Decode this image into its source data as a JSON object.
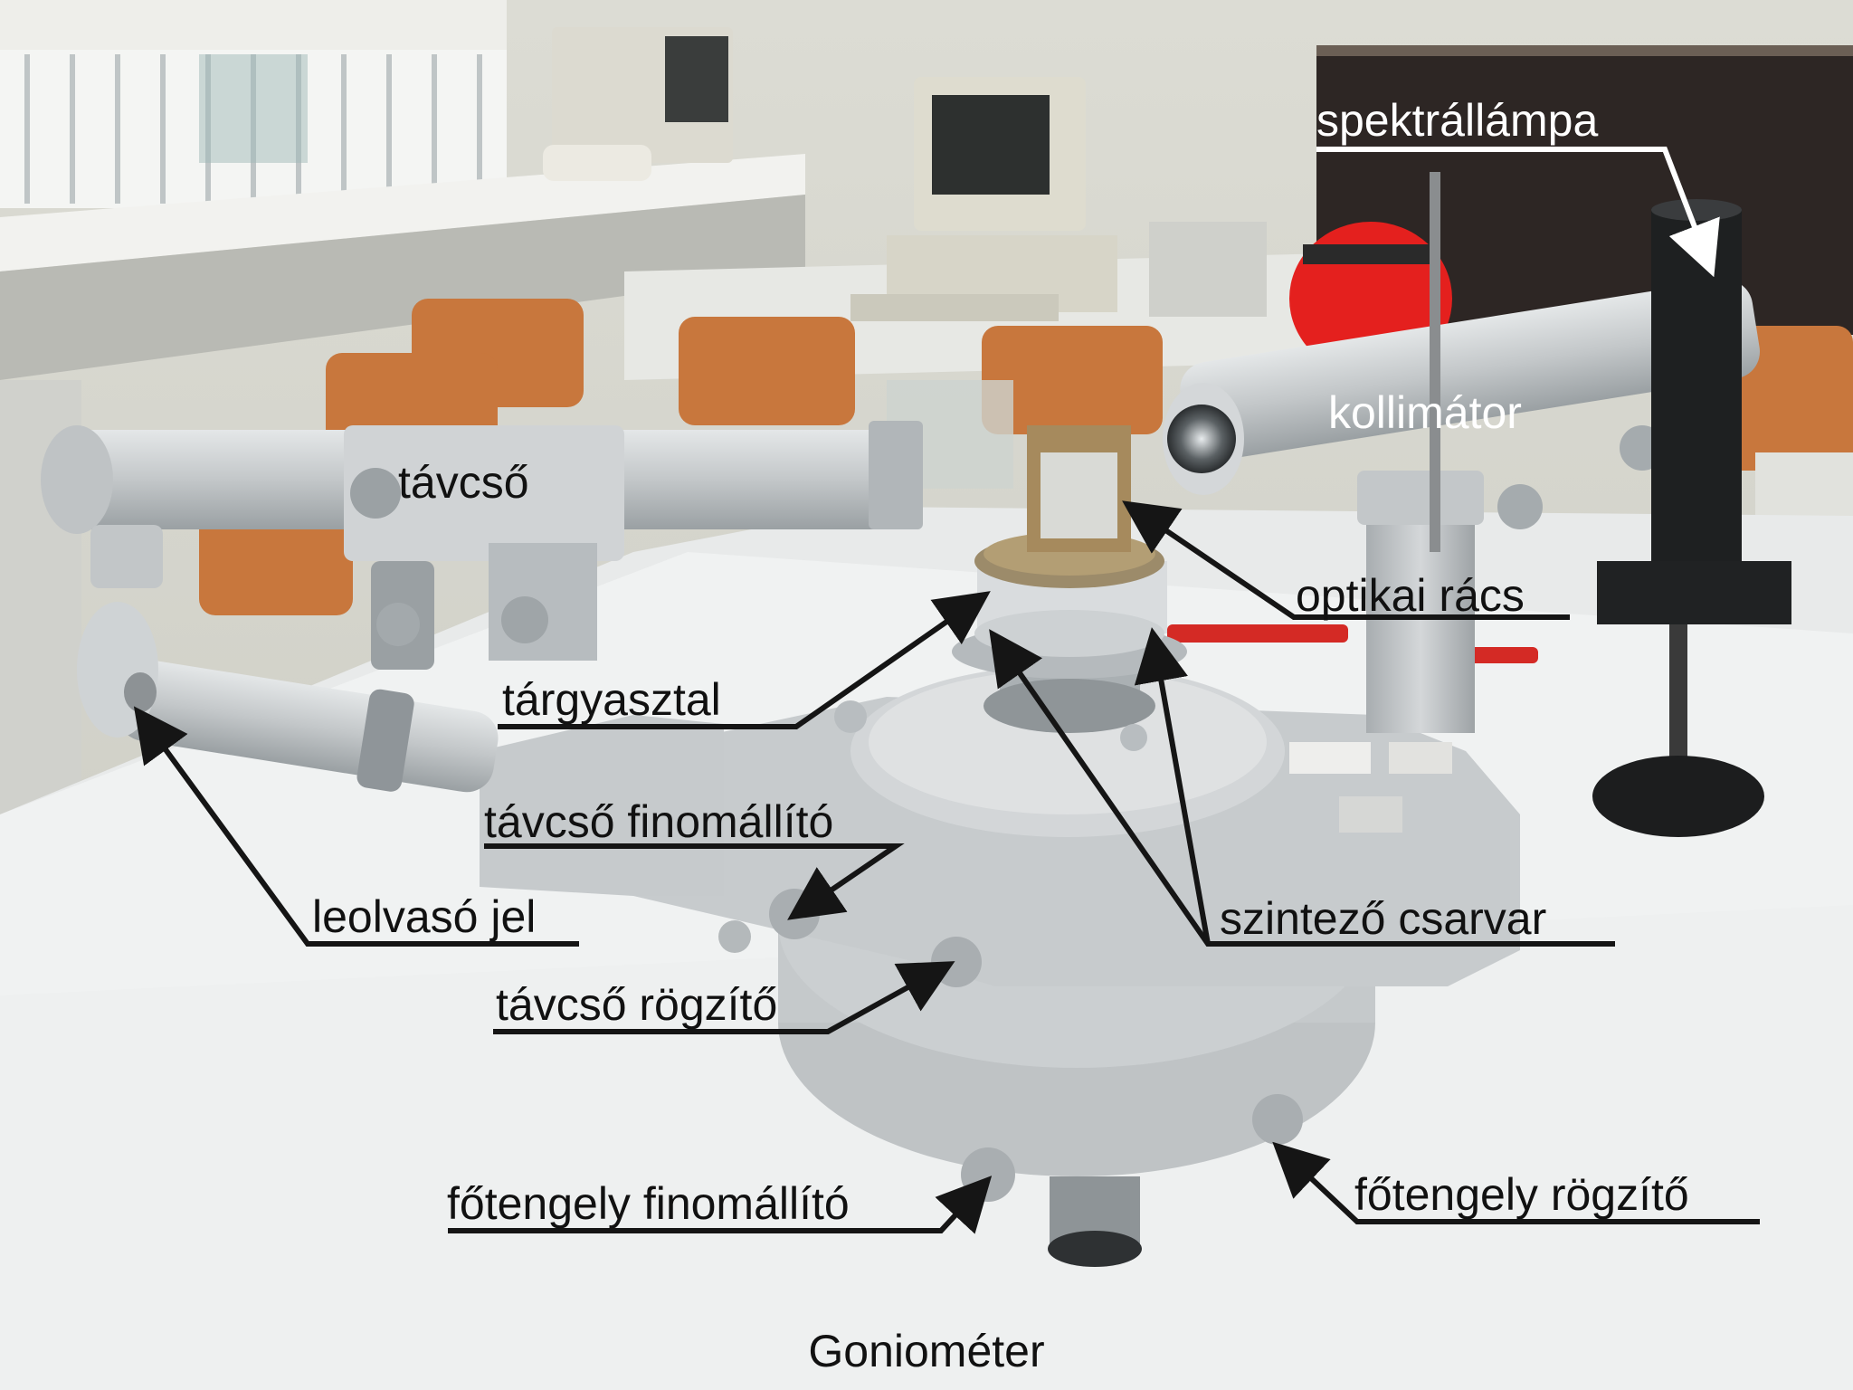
{
  "colors": {
    "label_light": "#ffffff",
    "label_dark": "#151515",
    "leader_light": "#ffffff",
    "leader_dark": "#151515",
    "instrument": "#c9ccce",
    "table": "#eef0f0",
    "chair": "#c8773d",
    "board": "#2d2624",
    "helmet": "#e4201e"
  },
  "labels": {
    "spektrallampa": "spektrállámpa",
    "kollimator": "kollimátor",
    "tavcso": "távcső",
    "optikai_racs": "optikai rács",
    "targyasztal": "tárgyasztal",
    "tavcso_finomallito": "távcső finomállító",
    "leolvaso_jel": "leolvasó jel",
    "szintezo_csavar": "szintező csarvar",
    "tavcso_rogzito": "távcső rögzítő",
    "fotengely_finomallito": "főtengely finomállító",
    "fotengely_rogzito": "főtengely rögzítő"
  },
  "caption": "Goniométer",
  "icons": [
    "photo-background",
    "leader-arrow"
  ]
}
